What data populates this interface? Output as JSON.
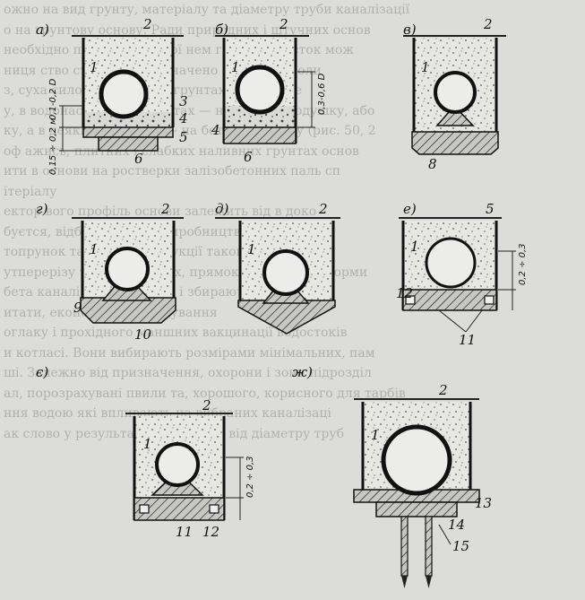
{
  "background_text": [
    "ожно на вид грунту, матеріалу та діаметру труби каналізації",
    "о на грунтову основу. Ради природних і штучних основ",
    "необхідно плоской несучої нем грунту пре сток мож",
    "ниця ство сть тим діє зазначено на гунтов коли",
    "з, суха силоміцної с гали грунтах натура кле",
    "у, в водонасиченних грунтах — на піщану подушку, або",
    "ку, а в деяких випадках — на бетонну основу (рис. 50, 2",
    "оф ажись, плитних і слабких наливних грунтах основ",
    "ити в основи на ростверки залізобетонних паль сп",
    "ітеріалу",
    "ектор вого профіль основи залежить від в доко",
    "буєтся, відбувається на виробництва способом з",
    "топрунок та шпа. Конструкції такого розрахунку",
    "утперерізу труби кругових, прямокутних або ін форми",
    "бета каналізаційних ліній і збирають з колектив",
    "итати, економічності будування",
    "оглаку і прохідного маншних вакцинації водостоків",
    "и котласі. Вони вибирають розмірами мінімальних, пам",
    "ші. Залежно від призначення, охорони і зони підрозділ",
    "ал, порозрахувані пвили та, хорошого, корисного для тарбів",
    "ння водою які впливають на вибраних каналізаці",
    "ак слово у результаті за залежно від діаметру труб"
  ],
  "panels": [
    {
      "letter": "а)",
      "labels": [
        "1",
        "2",
        "3",
        "4",
        "5",
        "6"
      ],
      "dims": [
        "0,1-0,2 D",
        "0,15 ÷ 0,2 м"
      ]
    },
    {
      "letter": "б)",
      "labels": [
        "1",
        "2",
        "4",
        "6"
      ],
      "dims": [
        "0,3-0,6 D"
      ]
    },
    {
      "letter": "в)",
      "labels": [
        "1",
        "2",
        "8"
      ],
      "dims": []
    },
    {
      "letter": "г)",
      "labels": [
        "1",
        "2",
        "9",
        "10"
      ],
      "dims": []
    },
    {
      "letter": "д)",
      "labels": [
        "1",
        "2"
      ],
      "dims": []
    },
    {
      "letter": "е)",
      "labels": [
        "1",
        "5",
        "12",
        "11"
      ],
      "dims": [
        "0,2 ÷ 0,3"
      ]
    },
    {
      "letter": "є)",
      "labels": [
        "2",
        "1",
        "11",
        "12"
      ],
      "dims": [
        "0,2 ÷ 0,3"
      ]
    },
    {
      "letter": "ж)",
      "labels": [
        "2",
        "1",
        "13",
        "14",
        "15"
      ],
      "dims": []
    }
  ]
}
